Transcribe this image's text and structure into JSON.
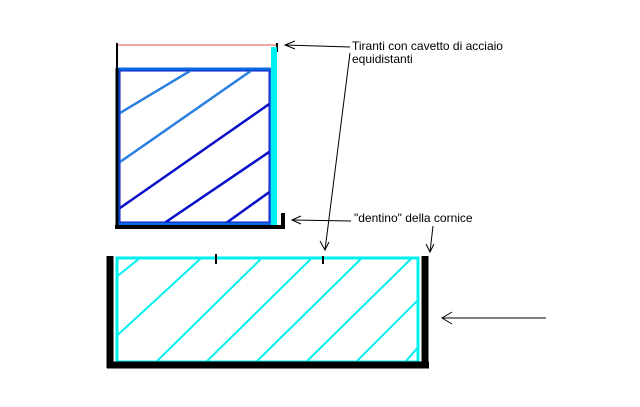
{
  "labels": {
    "tie_rods_line1": "Tiranti con cavetto di acciaio",
    "tie_rods_line2": "equidistanti",
    "dentino": "\"dentino\"  della cornice"
  },
  "colors": {
    "frame": "#000000",
    "top_box_border": "#0a6be0",
    "top_box_fill_dark": "#0b10c8",
    "top_box_fill_light": "#2a7fe0",
    "accent_cyan": "#00f0f0",
    "tie_wire": "#e05050",
    "arrow": "#000000"
  }
}
